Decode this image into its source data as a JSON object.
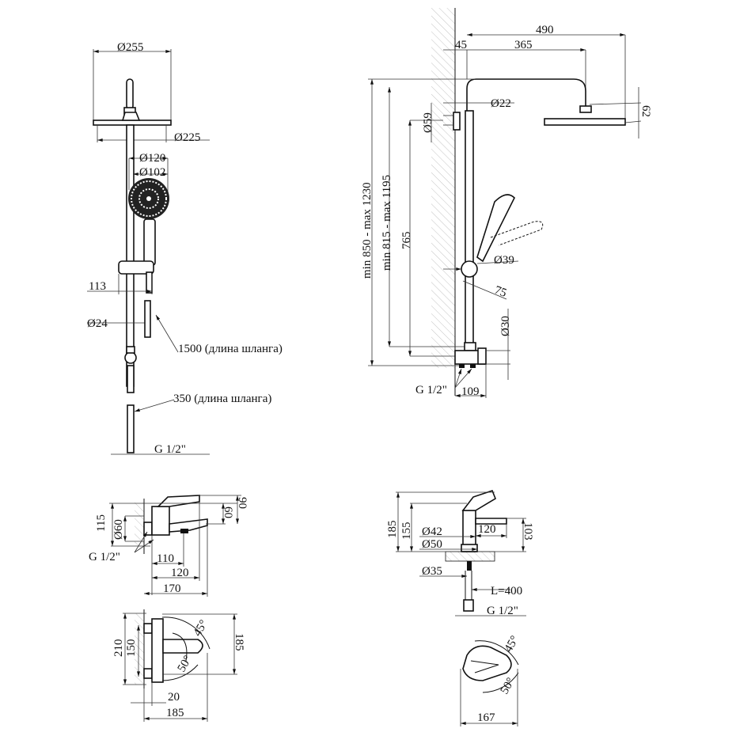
{
  "front_view": {
    "head_diameter": "Ø255",
    "head_inner_diameter": "Ø225",
    "hand_shower_diameter": "Ø120",
    "hand_shower_face_diameter": "Ø102",
    "holder_offset": "113",
    "rail_diameter": "Ø24",
    "hose_long": "1500 (длина шланга)",
    "hose_short": "350 (длина шланга)",
    "connection": "G 1/2\""
  },
  "side_view": {
    "total_reach": "490",
    "wall_offset": "45",
    "arm_reach": "365",
    "pipe_diameter": "Ø22",
    "head_height": "62",
    "bracket_diameter": "Ø59",
    "height_total": "min 850 - max 1230",
    "height_rail": "min 815 - max 1195",
    "bracket_spacing": "765",
    "holder_diameter": "Ø39",
    "holder_length": "75",
    "mixer_diameter": "Ø30",
    "connection": "G 1/2\"",
    "mixer_depth": "109"
  },
  "bath_mixer_side": {
    "height_total": "115",
    "flange_diameter": "Ø60",
    "body_height": "60",
    "lever_height": "90",
    "connection": "G 1/2\"",
    "spout_length": "110",
    "body_length": "120",
    "total_length": "170"
  },
  "bath_mixer_top": {
    "width_outer": "210",
    "width_inner": "150",
    "angle_left": "45°",
    "angle_right": "50°",
    "depth": "185",
    "offset": "20",
    "length": "185"
  },
  "basin_mixer_side": {
    "height_total": "185",
    "height_body": "155",
    "body_diameter": "Ø42",
    "base_diameter": "Ø50",
    "spout_length": "120",
    "spout_height": "103",
    "stud_diameter": "Ø35",
    "hose_length": "L=400",
    "connection": "G 1/2\""
  },
  "basin_mixer_top": {
    "angle_left": "45°",
    "angle_right": "50°",
    "length": "167"
  }
}
